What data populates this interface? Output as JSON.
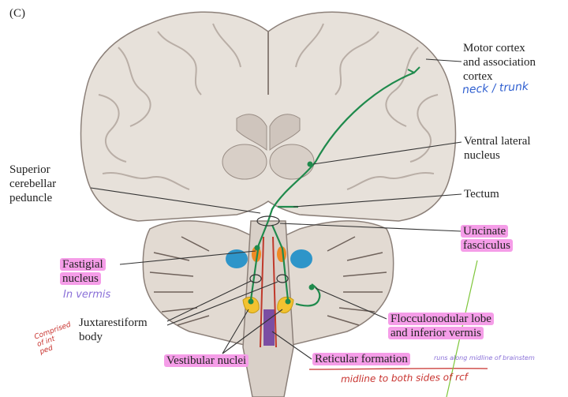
{
  "panel_label": "(C)",
  "labels": {
    "motor_cortex": [
      "Motor cortex",
      "and association",
      "cortex"
    ],
    "ventral_lateral": [
      "Ventral lateral",
      "nucleus"
    ],
    "superior_cerebellar": [
      "Superior",
      "cerebellar",
      "peduncle"
    ],
    "tectum": "Tectum",
    "uncinate": [
      "Uncinate",
      "fasciculus"
    ],
    "fastigial": [
      "Fastigial",
      "nucleus"
    ],
    "juxtarestiform": [
      "Juxtarestiform",
      "body"
    ],
    "flocculonodular": [
      "Flocculonodular lobe",
      "and inferior vermis"
    ],
    "vestibular": "Vestibular nuclei",
    "reticular": "Reticular formation"
  },
  "annotations": {
    "neck_trunk": "neck / trunk",
    "in_vermis": "In vermis",
    "comprised_red": [
      "Comprised",
      "of int",
      "ped"
    ],
    "midline_purple": "runs along midline of brainstem",
    "midline_red": "midline to both sides of rcf"
  },
  "colors": {
    "pathway_green": "#1f8a4c",
    "pathway_red": "#c0392b",
    "highlight_pink": "#f59de8",
    "nucleus_yellow": "#f2c230",
    "nucleus_orange": "#f08a24",
    "dentate_blue": "#2e95c9",
    "reticular_purple": "#7b4ea3",
    "brain_tissue": "#e7e1da",
    "leader_line": "#333333"
  }
}
